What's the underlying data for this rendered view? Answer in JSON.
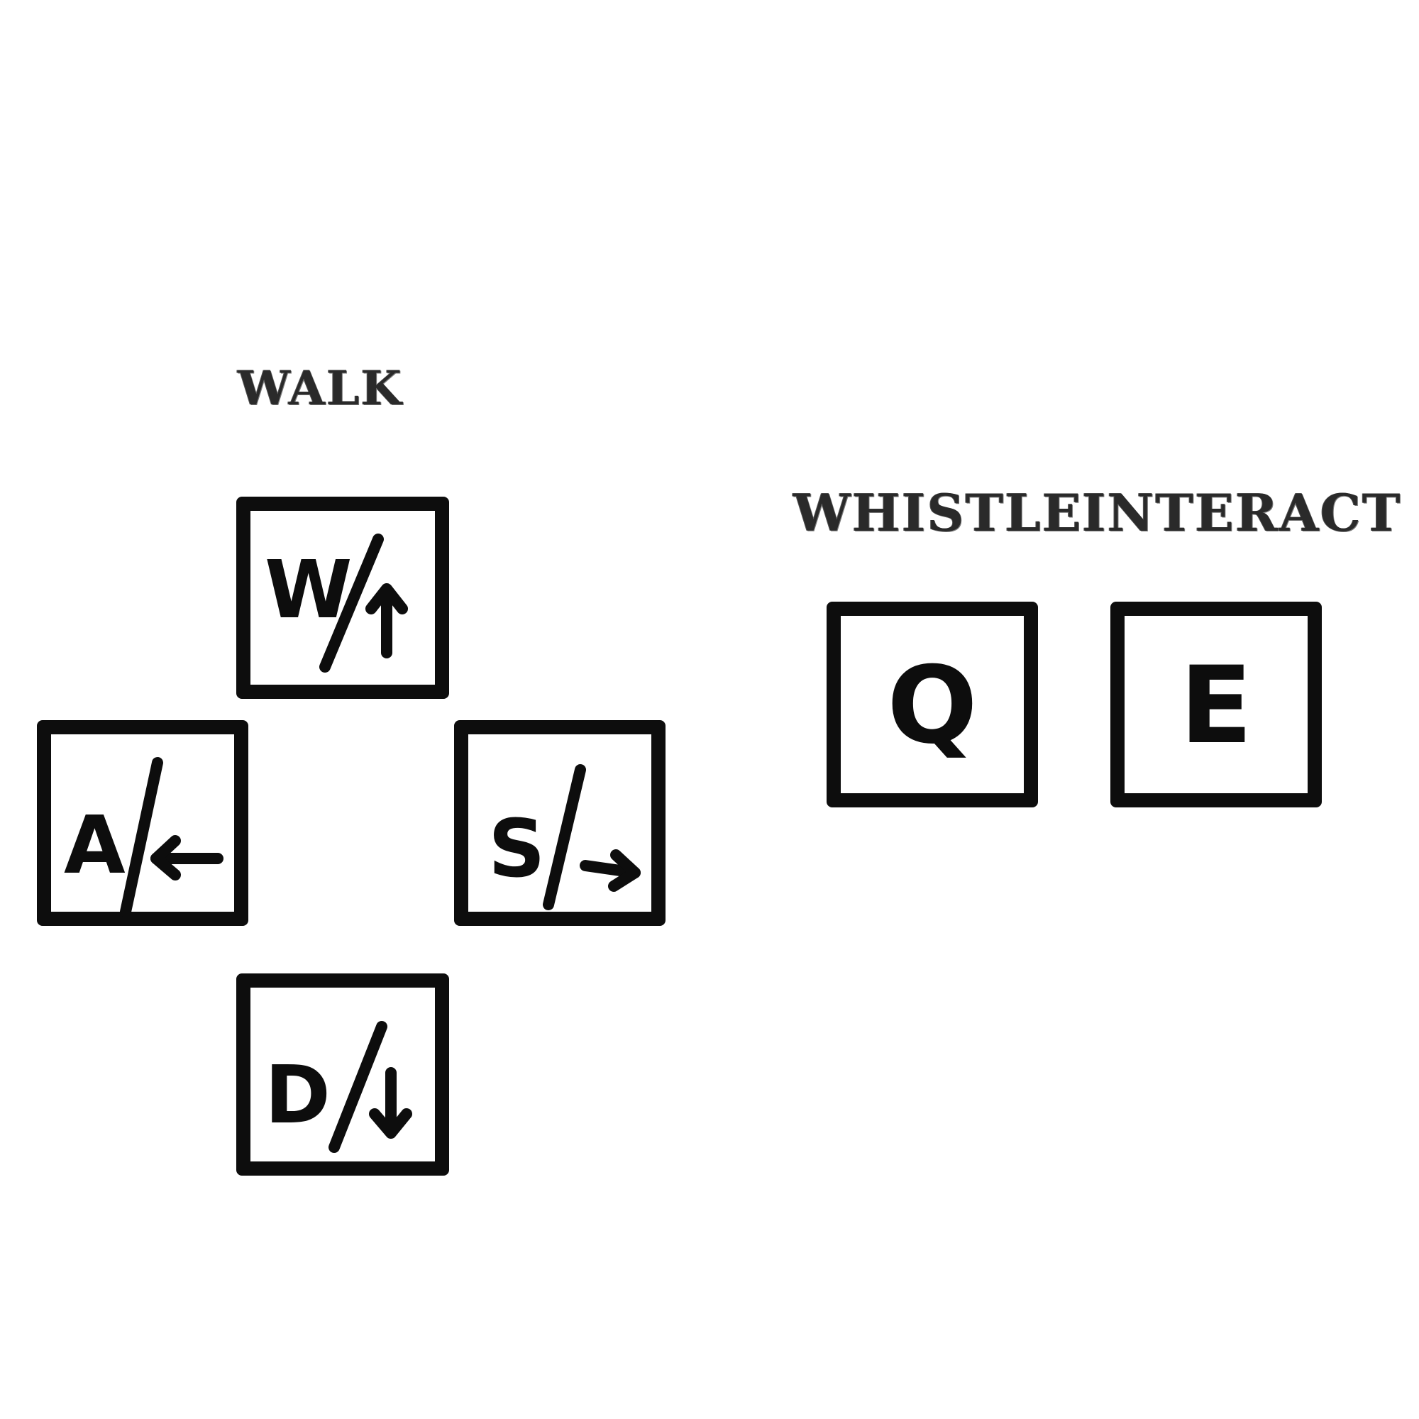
{
  "walk": {
    "label": "WALK",
    "keys": {
      "up": {
        "letter": "W",
        "arrow": "up-arrow-icon"
      },
      "left": {
        "letter": "A",
        "arrow": "left-arrow-icon"
      },
      "right": {
        "letter": "S",
        "arrow": "right-arrow-icon"
      },
      "down": {
        "letter": "D",
        "arrow": "down-arrow-icon"
      }
    }
  },
  "whistle": {
    "label": "WHISTLE",
    "key": "Q"
  },
  "interact": {
    "label": "INTERACT",
    "key": "E"
  },
  "colors": {
    "ink": "#0d0d0d",
    "background": "#ffffff"
  }
}
